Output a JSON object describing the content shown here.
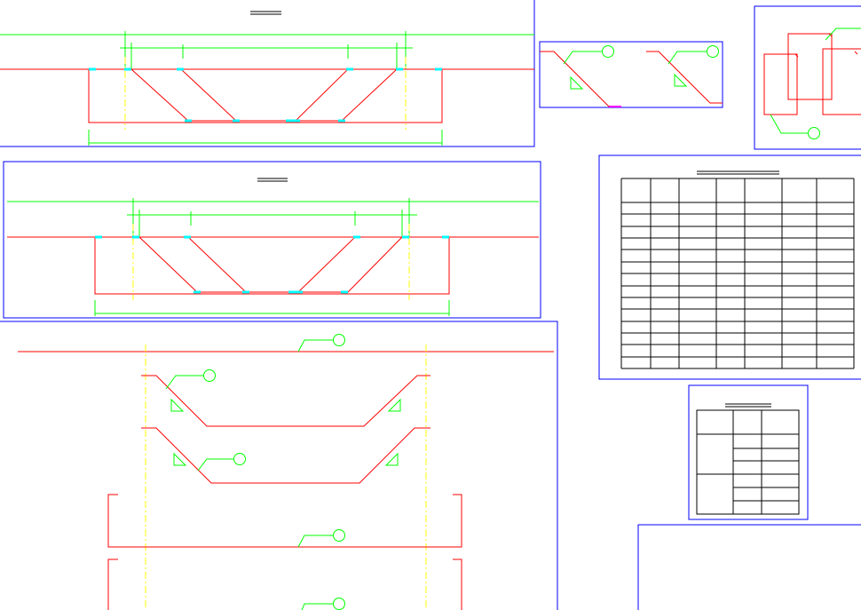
{
  "drawing": {
    "background": "#ffffff",
    "colors": {
      "frame": "#0000ff",
      "rebar": "#ff0000",
      "dimension": "#00ff00",
      "centerline": "#ffff00",
      "marker": "#00ffff",
      "text_line": "#000000",
      "table_grid": "#000000",
      "bar_end": "#ff00ff"
    },
    "views": [
      {
        "name": "beam-elevation-1",
        "title": ""
      },
      {
        "name": "beam-elevation-2",
        "title": ""
      },
      {
        "name": "bent-bar-details",
        "title": ""
      },
      {
        "name": "bent-bar-hooks",
        "title": ""
      },
      {
        "name": "stirrup-detail",
        "title": ""
      },
      {
        "name": "rebar-schedule-table",
        "title": ""
      },
      {
        "name": "material-summary-table",
        "title": ""
      },
      {
        "name": "notes-frame",
        "title": ""
      }
    ],
    "schedule_table": {
      "columns": 7,
      "rows": 15
    },
    "summary_table": {
      "rows": 8
    }
  }
}
